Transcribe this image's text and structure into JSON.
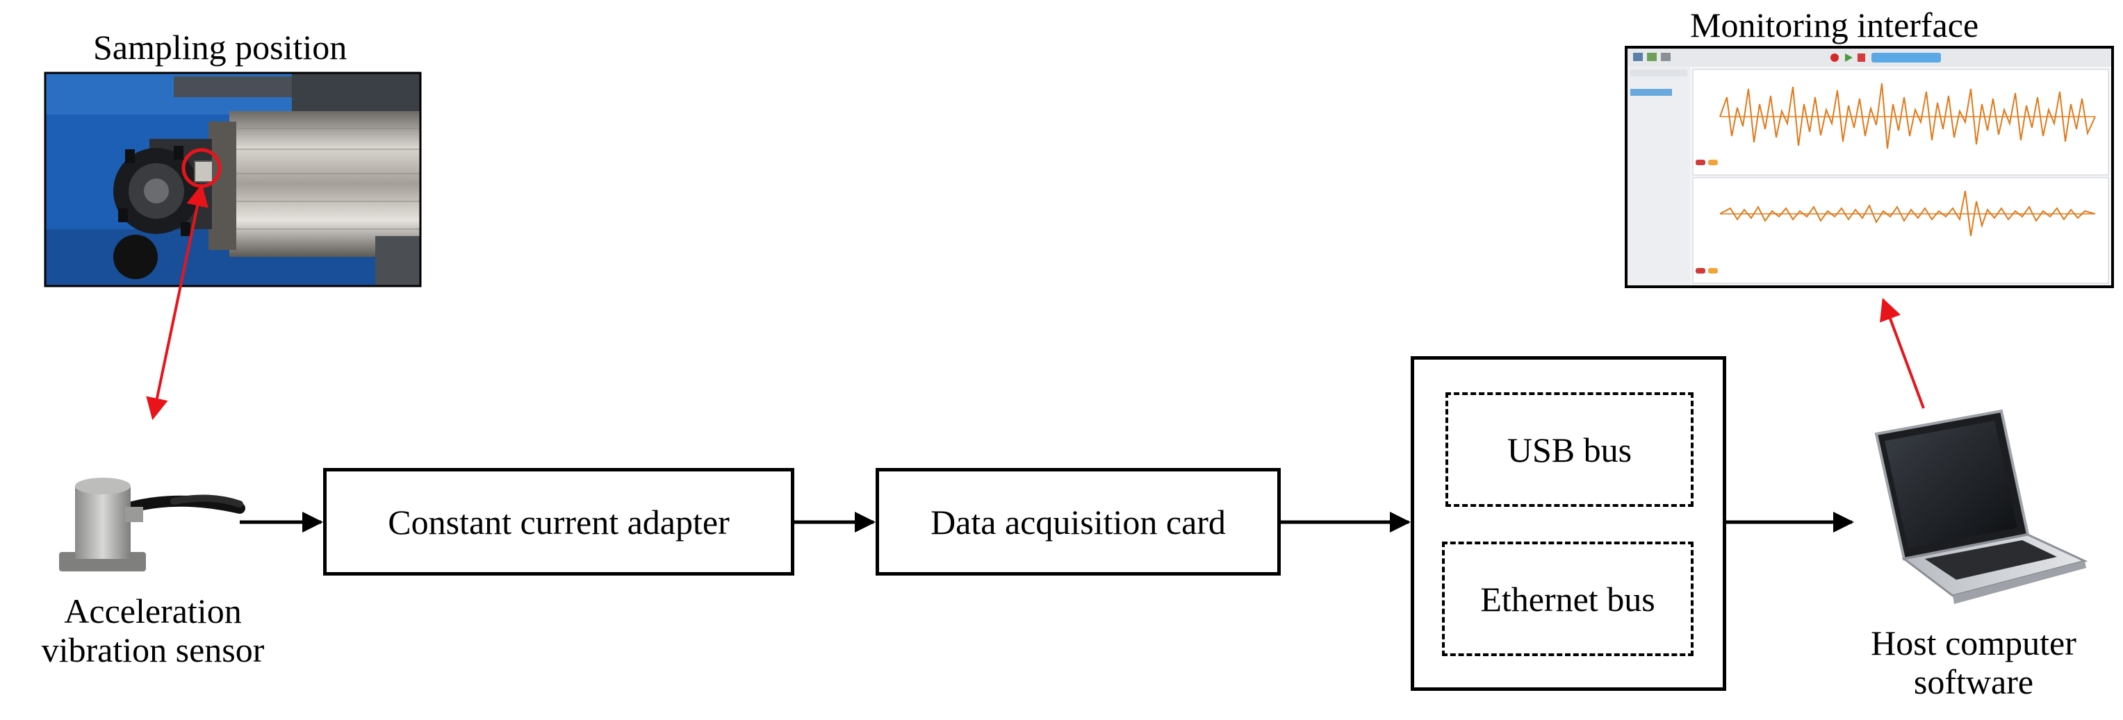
{
  "labels": {
    "sampling_position": "Sampling position",
    "monitoring_interface": "Monitoring interface",
    "sensor_line1": "Acceleration",
    "sensor_line2": "vibration sensor",
    "host_line1": "Host computer",
    "host_line2": "software"
  },
  "blocks": {
    "adapter": "Constant current adapter",
    "daq": "Data acquisition card",
    "usb": "USB bus",
    "ethernet": "Ethernet bus"
  },
  "colors": {
    "signal_arrow": "#000000",
    "link_arrow": "#e8141a",
    "highlight_circle": "#e8141a",
    "machine_blue": "#1d5fb5",
    "waveform": "#e07a1a"
  }
}
